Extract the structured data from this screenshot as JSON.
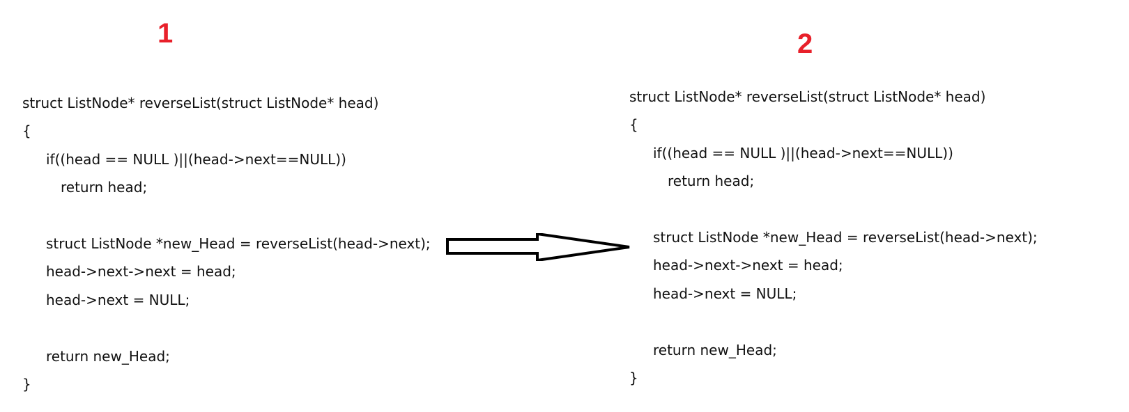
{
  "steps": {
    "first": "1",
    "second": "2"
  },
  "code_before": {
    "lines": [
      {
        "text": "struct ListNode* reverseList(struct ListNode* head)",
        "indent": 0
      },
      {
        "text": "{",
        "indent": 0
      },
      {
        "text": "if((head == NULL )||(head->next==NULL))",
        "indent": 1
      },
      {
        "text": "return head;",
        "indent": 2
      },
      {
        "text": "",
        "indent": 0
      },
      {
        "text": "struct ListNode *new_Head = reverseList(head->next);",
        "indent": 1
      },
      {
        "text": "head->next->next = head;",
        "indent": 1
      },
      {
        "text": "head->next = NULL;",
        "indent": 1
      },
      {
        "text": "",
        "indent": 0
      },
      {
        "text": "return new_Head;",
        "indent": 1
      },
      {
        "text": "}",
        "indent": 0
      }
    ]
  },
  "code_after": {
    "lines": [
      {
        "text": "struct ListNode* reverseList(struct ListNode* head)",
        "indent": 0
      },
      {
        "text": "{",
        "indent": 0
      },
      {
        "text": "if((head == NULL )||(head->next==NULL))",
        "indent": 1
      },
      {
        "text": "return head;",
        "indent": 2
      },
      {
        "text": "",
        "indent": 0
      },
      {
        "text": "struct ListNode *new_Head = reverseList(head->next);",
        "indent": 1
      },
      {
        "text": "head->next->next = head;",
        "indent": 1
      },
      {
        "text": "head->next = NULL;",
        "indent": 1
      },
      {
        "text": "",
        "indent": 0
      },
      {
        "text": "return new_Head;",
        "indent": 1
      },
      {
        "text": "}",
        "indent": 0
      }
    ]
  },
  "colors": {
    "step_number": "#e8202a",
    "code_text": "#111111",
    "arrow_stroke": "#000000"
  },
  "icons": {
    "transition": "right-arrow-icon"
  }
}
